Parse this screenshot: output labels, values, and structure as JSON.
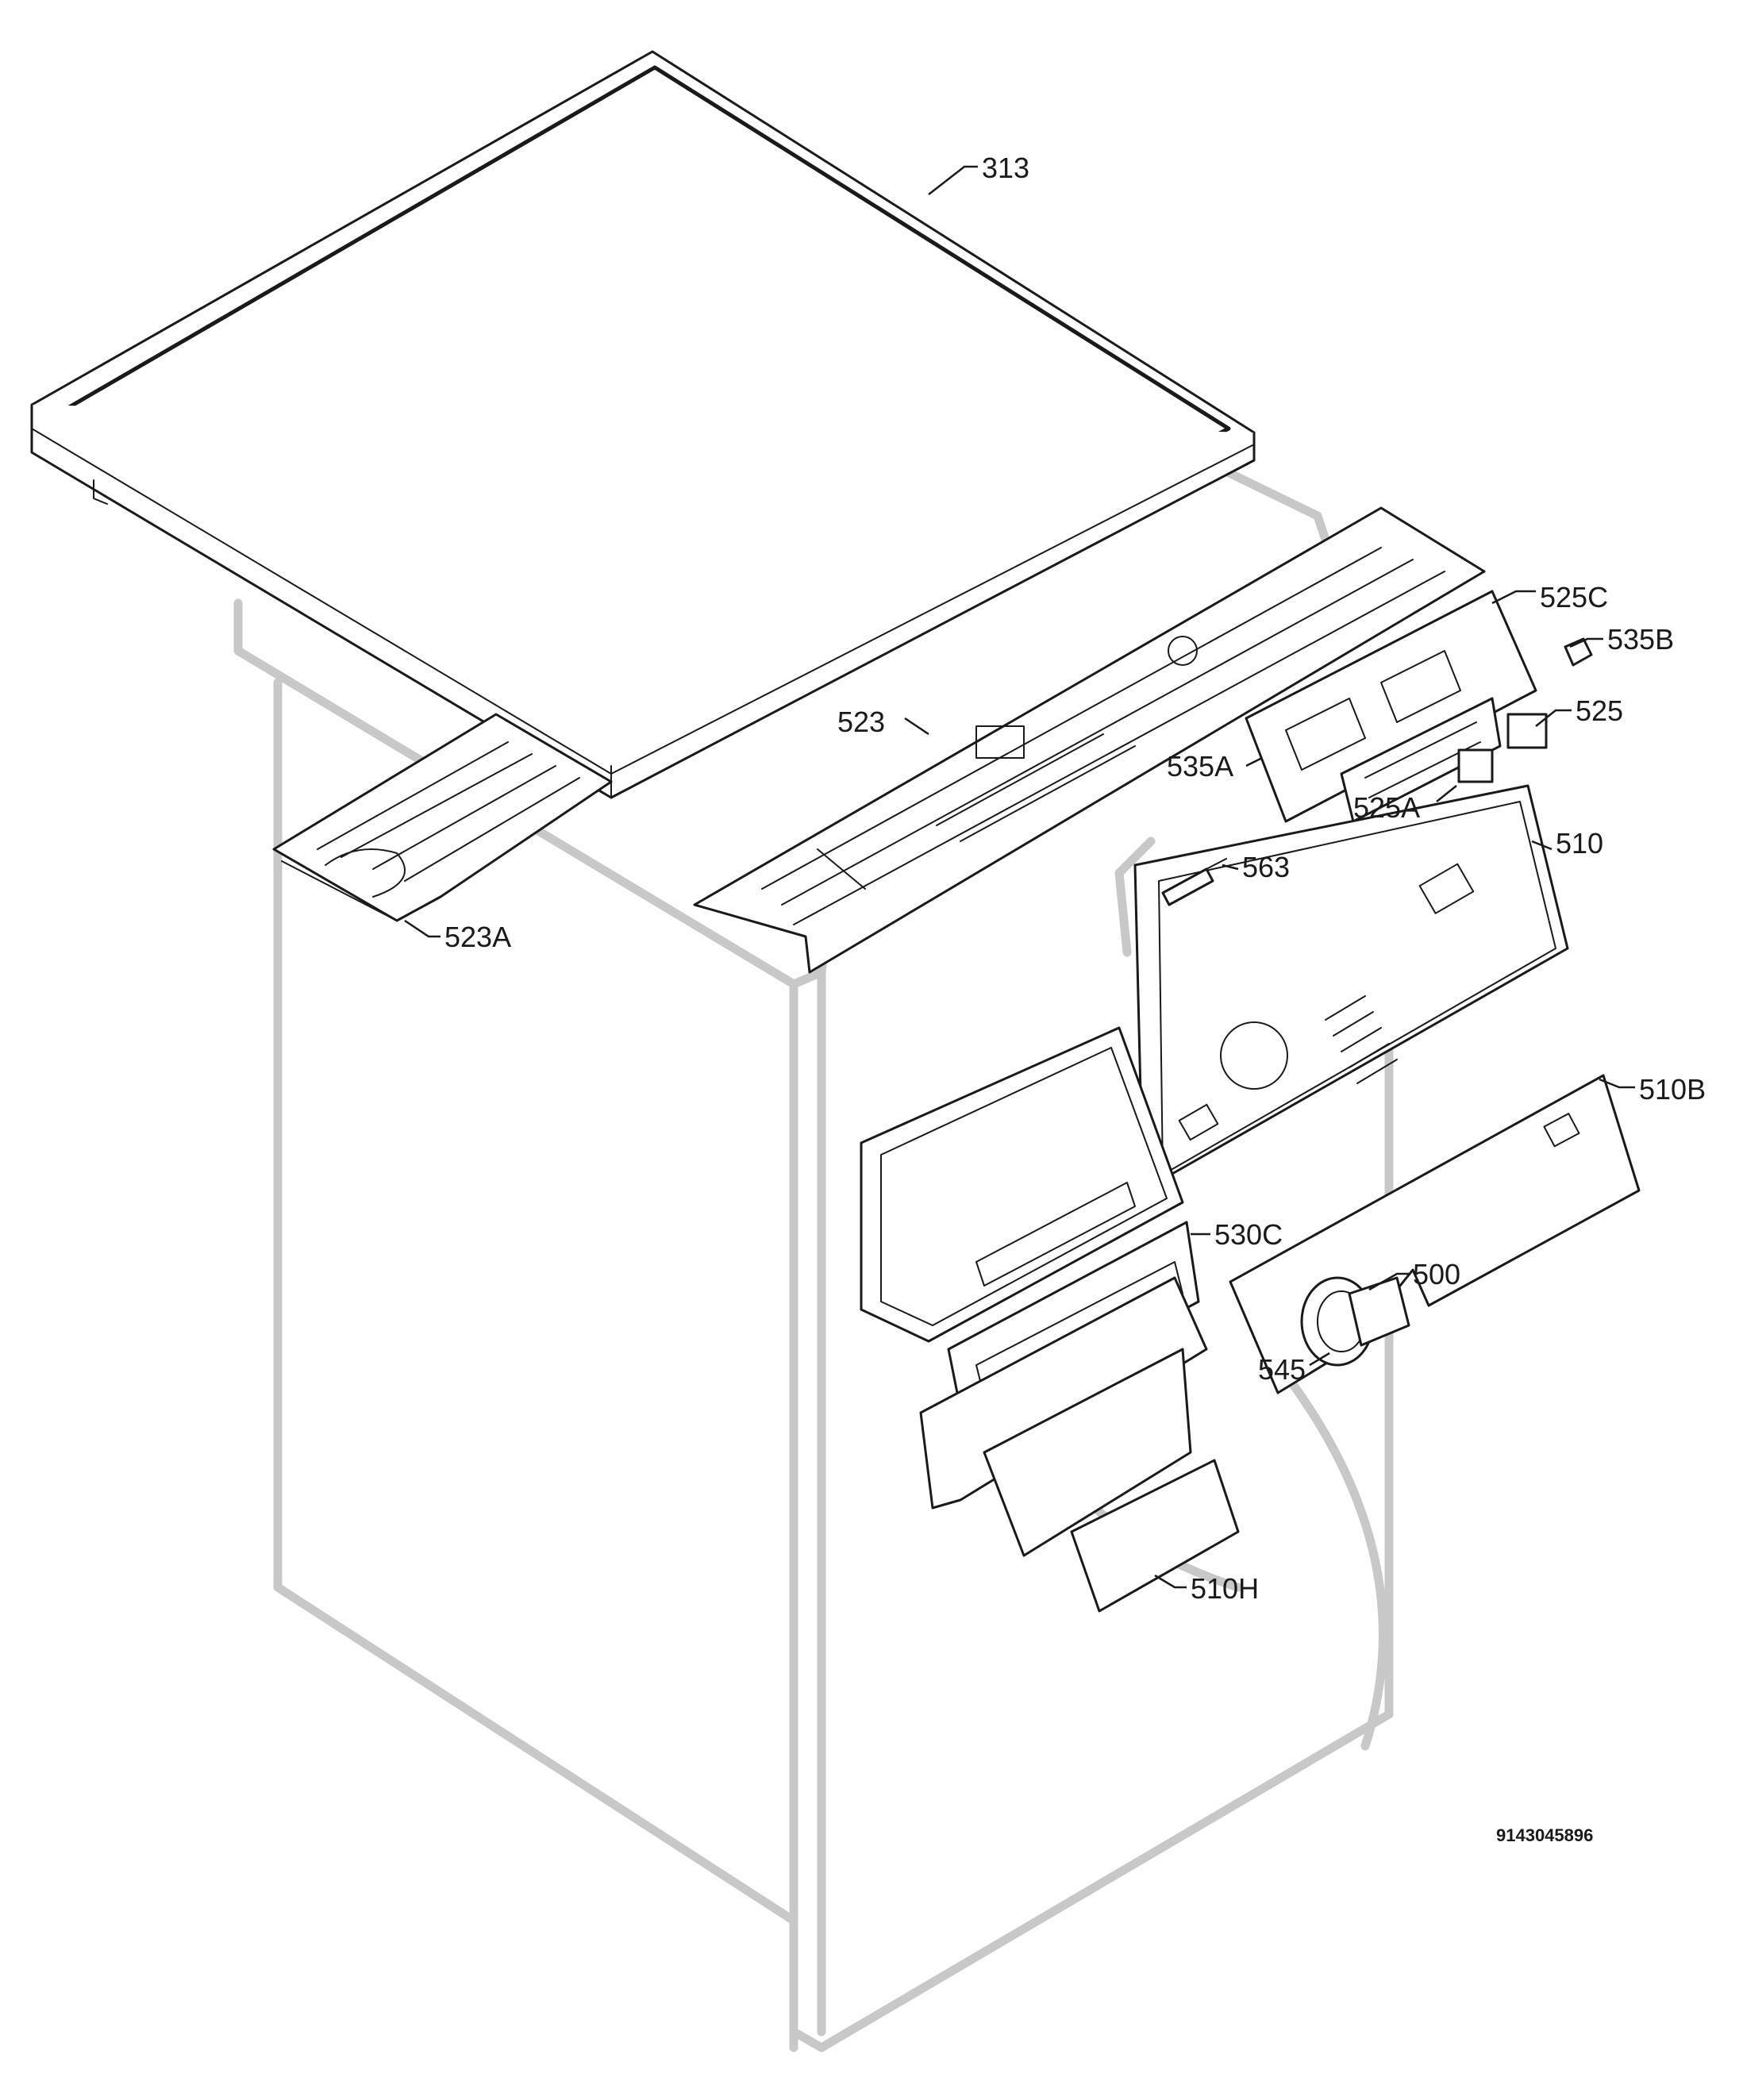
{
  "diagram": {
    "document_number": "9143045896",
    "callouts": {
      "c313": "313",
      "c525C": "525C",
      "c535B": "535B",
      "c523": "523",
      "c525": "525",
      "c535A": "535A",
      "c525A": "525A",
      "c510": "510",
      "c563": "563",
      "c523A": "523A",
      "c510B": "510B",
      "c530C": "530C",
      "c500": "500",
      "c545": "545",
      "c510H": "510H"
    }
  },
  "colors": {
    "line": "#1a1a1a",
    "ghost_outline": "#c8c8c8",
    "background": "#ffffff"
  }
}
